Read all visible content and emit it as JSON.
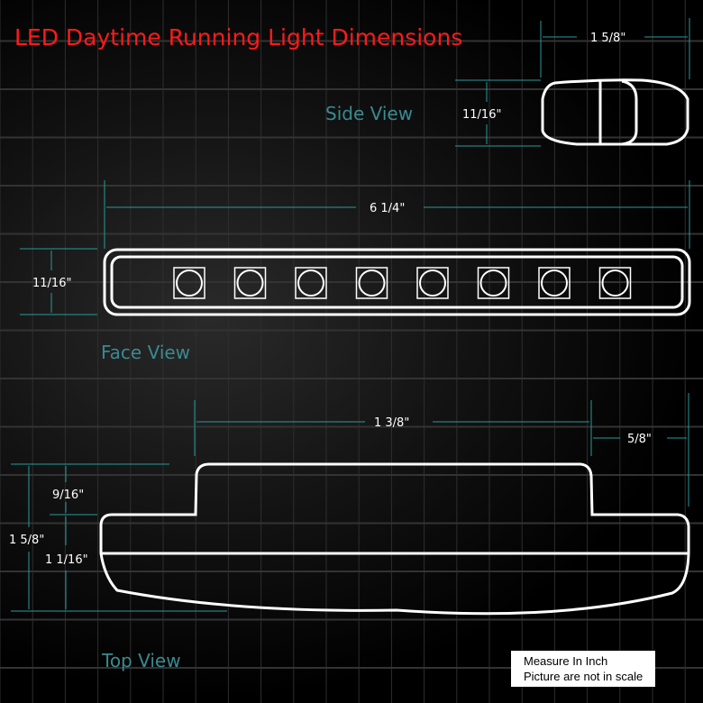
{
  "title": "LED Daytime Running Light Dimensions",
  "views": {
    "side": "Side View",
    "face": "Face View",
    "top": "Top View"
  },
  "dimensions": {
    "side_width": "1 5/8\"",
    "side_height": "11/16\"",
    "face_length": "6 1/4\"",
    "face_height": "11/16\"",
    "top_center_width": "1 3/8\"",
    "top_side": "5/8\"",
    "top_step": "9/16\"",
    "top_total": "1 5/8\"",
    "top_lower": "1 1/16\""
  },
  "note": {
    "line1": "Measure In Inch",
    "line2": "Picture are not in scale"
  },
  "led_count": 8,
  "colors": {
    "title": "#ff1a1a",
    "dimension": "#2a9a9a",
    "view_label": "#3a8a90"
  }
}
